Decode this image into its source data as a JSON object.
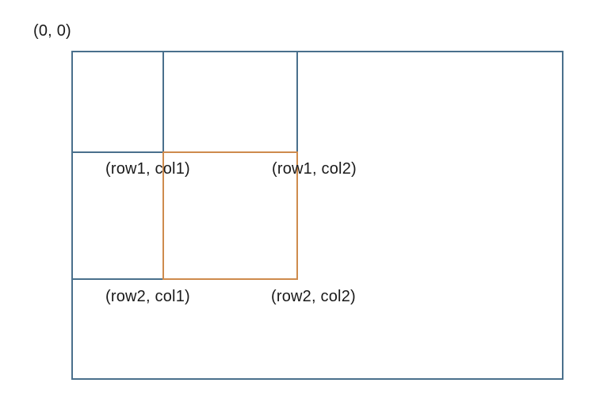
{
  "colors": {
    "background": "#ffffff",
    "grid": "#4a708c",
    "highlight": "#ce8b4d",
    "text": "#1a1a1a"
  },
  "labels": {
    "origin": "(0, 0)",
    "row1_col1": "(row1, col1)",
    "row1_col2": "(row1, col2)",
    "row2_col1": "(row2, col1)",
    "row2_col2": "(row2, col2)"
  }
}
